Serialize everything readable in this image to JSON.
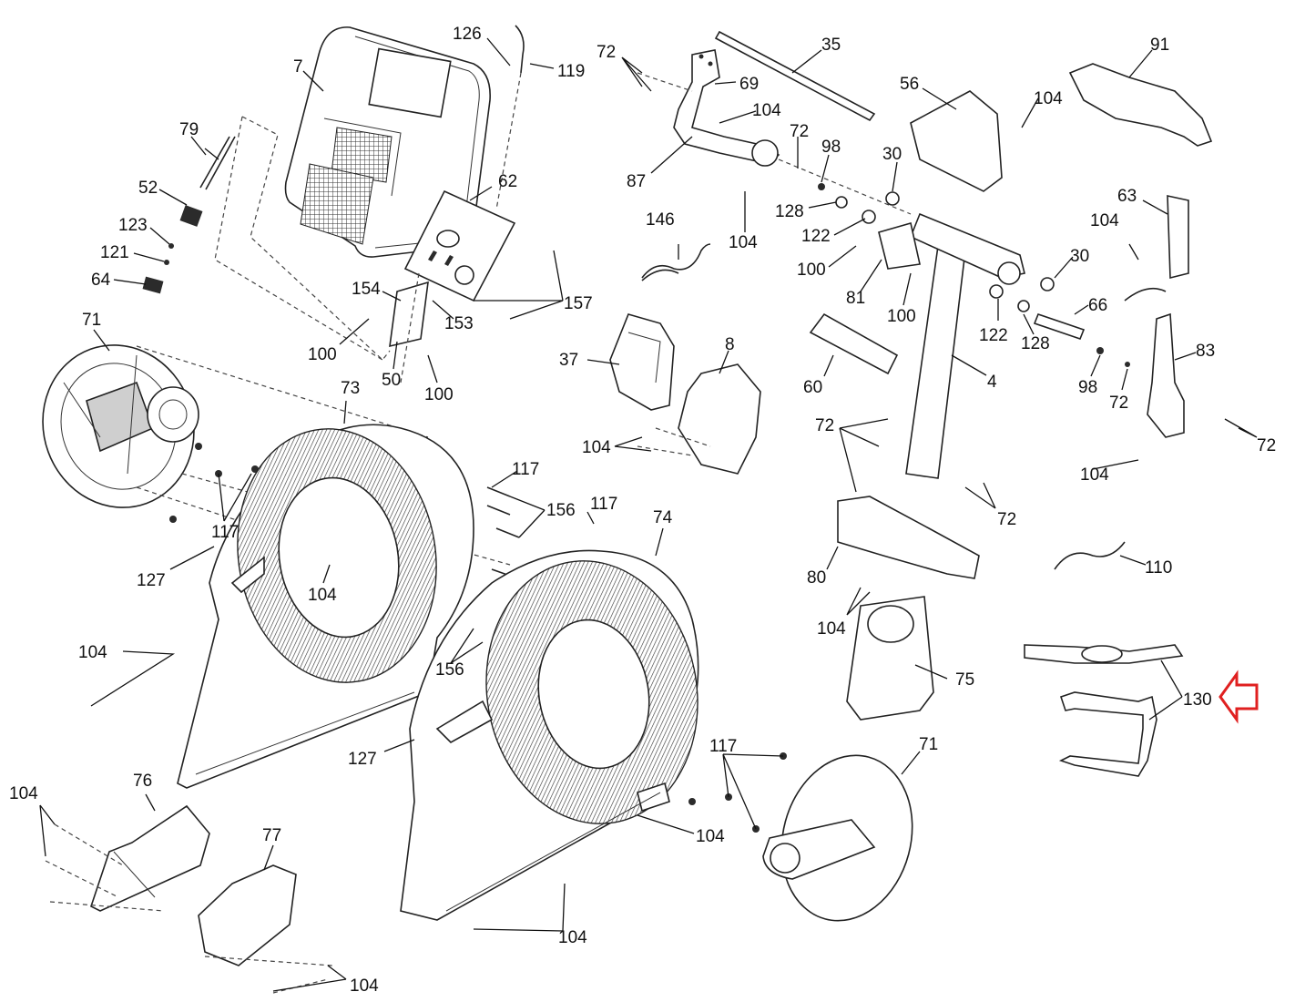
{
  "diagram": {
    "labels": {
      "l7": "7",
      "l126": "126",
      "l119": "119",
      "l79": "79",
      "l52": "52",
      "l123": "123",
      "l121": "121",
      "l64": "64",
      "l62": "62",
      "l154": "154",
      "l153": "153",
      "l157": "157",
      "l100a": "100",
      "l50": "50",
      "l100b": "100",
      "l71a": "71",
      "l73": "73",
      "l117a": "117",
      "l117b": "117",
      "l117c": "117",
      "l156a": "156",
      "l127a": "127",
      "l104a": "104",
      "l104b": "104",
      "l156b": "156",
      "l127b": "127",
      "l104c": "104",
      "l76": "76",
      "l77": "77",
      "l104d": "104",
      "l74": "74",
      "l104e": "104",
      "l104f": "104",
      "l72a": "72",
      "l69": "69",
      "l104g": "104",
      "l87": "87",
      "l146": "146",
      "l104h": "104",
      "l37": "37",
      "l8": "8",
      "l104i": "104",
      "l35": "35",
      "l72b": "72",
      "l98a": "98",
      "l128a": "128",
      "l122a": "122",
      "l100c": "100",
      "l81": "81",
      "l100d": "100",
      "l56": "56",
      "l104j": "104",
      "l30a": "30",
      "l30b": "30",
      "l60": "60",
      "l4": "4",
      "l122b": "122",
      "l128b": "128",
      "l72c": "72",
      "l72d": "72",
      "l80": "80",
      "l104k": "104",
      "l75": "75",
      "l117d": "117",
      "l71b": "71",
      "l91": "91",
      "l63": "63",
      "l104l": "104",
      "l66": "66",
      "l83": "83",
      "l98b": "98",
      "l72e": "72",
      "l72f": "72",
      "l104m": "104",
      "l110": "110",
      "l130": "130"
    },
    "highlight_color": "#e02020"
  }
}
